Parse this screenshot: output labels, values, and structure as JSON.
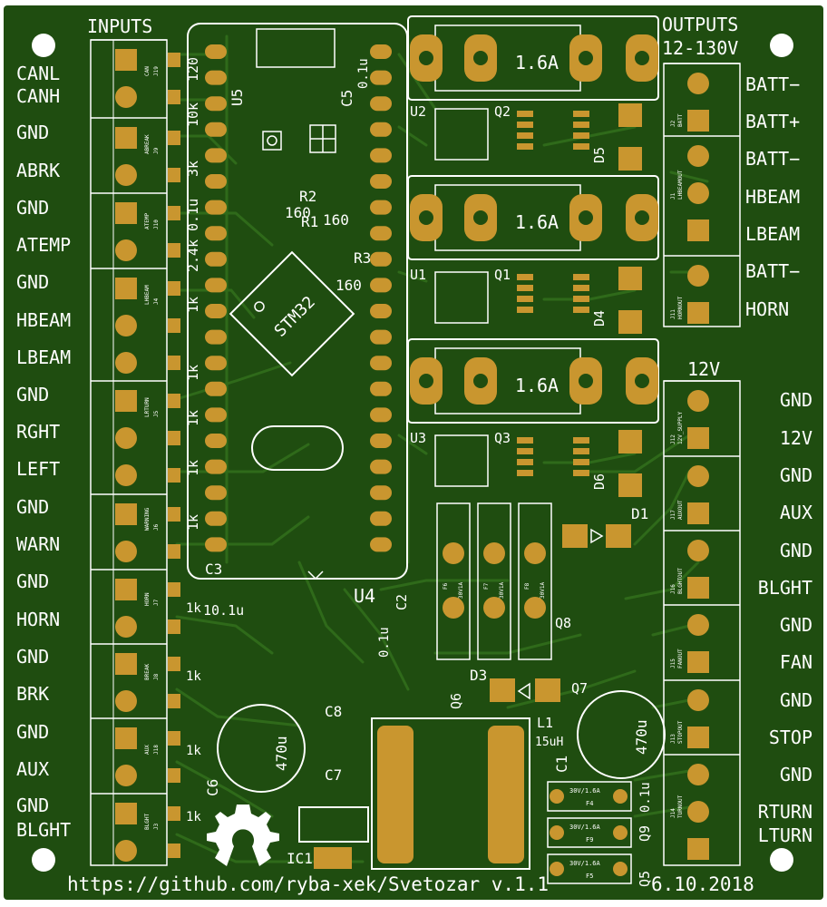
{
  "header": {
    "inputs_title": "INPUTS",
    "outputs_title": "OUTPUTS",
    "outputs_voltage": "12-130V",
    "rail_12v_title": "12V"
  },
  "footer": {
    "url": "https://github.com/ryba-xek/Svetozar v.1.1",
    "date": "6.10.2018"
  },
  "colors": {
    "board": "#1f4d10",
    "copper": "#2f6a1a",
    "pad": "#c9962f",
    "silkscreen": "#ffffff"
  },
  "left_labels": [
    "CANL",
    "CANH",
    "GND",
    "ABRK",
    "GND",
    "ATEMP",
    "GND",
    "HBEAM",
    "LBEAM",
    "GND",
    "RGHT",
    "LEFT",
    "GND",
    "WARN",
    "GND",
    "HORN",
    "GND",
    "BRK",
    "GND",
    "AUX",
    "GND",
    "BLGHT"
  ],
  "right_output_labels": [
    "BATT−",
    "BATT+",
    "BATT−",
    "HBEAM",
    "LBEAM",
    "BATT−",
    "HORN"
  ],
  "right_12v_labels": [
    "GND",
    "12V",
    "GND",
    "AUX",
    "GND",
    "BLGHT",
    "GND",
    "FAN",
    "GND",
    "STOP",
    "GND",
    "RTURN",
    "LTURN"
  ],
  "left_connectors": [
    {
      "name": "CAN",
      "ref": "J19"
    },
    {
      "name": "ABREAK",
      "ref": "J9"
    },
    {
      "name": "ATEMP",
      "ref": "J10"
    },
    {
      "name": "LHBEAM",
      "ref": "J4"
    },
    {
      "name": "LRTURN",
      "ref": "J5"
    },
    {
      "name": "WARNING",
      "ref": "J6"
    },
    {
      "name": "HORN",
      "ref": "J7"
    },
    {
      "name": "BREAK",
      "ref": "J8"
    },
    {
      "name": "AUX",
      "ref": "J18"
    },
    {
      "name": "BLGHT",
      "ref": "J3"
    }
  ],
  "right_connectors": [
    {
      "name": "BATT",
      "ref": "J2"
    },
    {
      "name": "LHBEAMOUT",
      "ref": "J1"
    },
    {
      "name": "HORNOUT",
      "ref": "J11"
    },
    {
      "name": "12V_SUPPLY",
      "ref": "J12"
    },
    {
      "name": "AUXOUT",
      "ref": "J17"
    },
    {
      "name": "BLGHTOUT",
      "ref": "J16"
    },
    {
      "name": "FANOUT",
      "ref": "J15"
    },
    {
      "name": "STOPOUT",
      "ref": "J13"
    },
    {
      "name": "TURNOUT",
      "ref": "J14"
    }
  ],
  "fuse_rating": "1.6A",
  "small_fuses": [
    {
      "ref": "F6",
      "rating": "30V1A"
    },
    {
      "ref": "F7",
      "rating": "30V1A"
    },
    {
      "ref": "F8",
      "rating": "30V1A"
    }
  ],
  "blade_fuses": [
    {
      "ref": "F4",
      "rating": "30V/1.6A"
    },
    {
      "ref": "F9",
      "rating": "30V/1.6A"
    },
    {
      "ref": "F5",
      "rating": "30V/1.6A"
    }
  ],
  "mcu_label": "STM32",
  "refdes": {
    "u1": "U1",
    "u2": "U2",
    "u3": "U3",
    "u4": "U4",
    "u5": "U5",
    "q1": "Q1",
    "q2": "Q2",
    "q3": "Q3",
    "q5": "Q5",
    "q6": "Q6",
    "q7": "Q7",
    "q8": "Q8",
    "q9": "Q9",
    "d1": "D1",
    "d3": "D3",
    "d4": "D4",
    "d5": "D5",
    "d6": "D6",
    "r1": "R1",
    "r2": "R2",
    "r3": "R3",
    "c1": "C1",
    "c2": "C2",
    "c3": "C3",
    "c5": "C5",
    "c6": "C6",
    "c7": "C7",
    "c8": "C8",
    "ic1": "IC1",
    "l1": "L1"
  },
  "values": {
    "r1": "160",
    "r2": "160",
    "r3": "160",
    "cap_470u": "470u",
    "inductor": "15uH",
    "cap_0_1u": "0.1u",
    "cap_10_1u": "10.1u",
    "res_10k": "10k",
    "res_120": "120",
    "res_1k": "1k",
    "res_3k": "3k",
    "res_2_4k": "2.4k",
    "u5_cap": "0.1u",
    "c2_val": "0.1u",
    "q9_val": "0.1u"
  }
}
